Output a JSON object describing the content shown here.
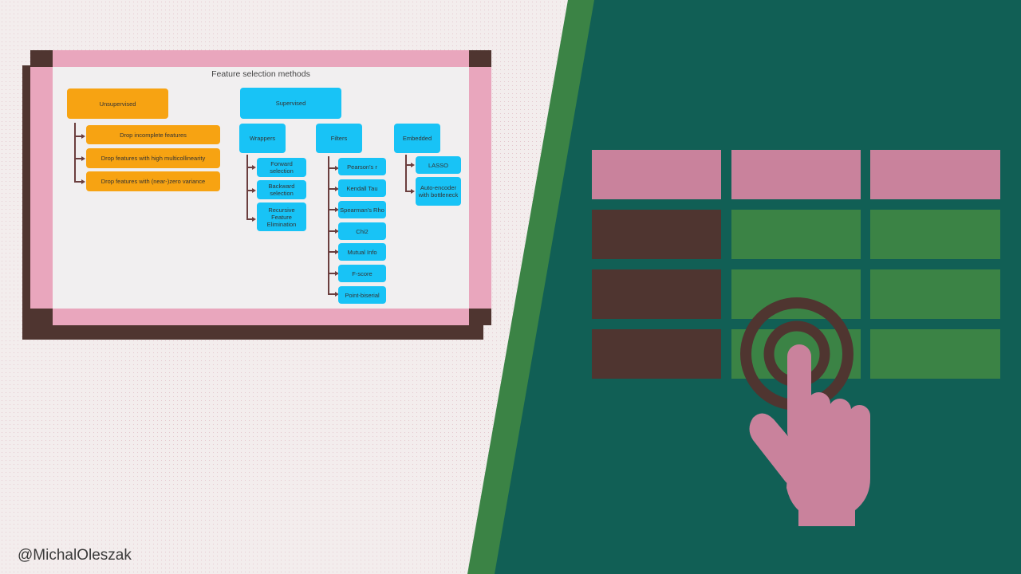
{
  "diagram": {
    "title": "Feature selection methods",
    "unsupervised": {
      "label": "Unsupervised",
      "items": [
        "Drop incomplete features",
        "Drop features with high multicollinearity",
        "Drop features with (near-)zero variance"
      ]
    },
    "supervised": {
      "label": "Supervised",
      "wrappers": {
        "label": "Wrappers",
        "items": [
          "Forward selection",
          "Backward selection",
          "Recursive Feature Elimination"
        ]
      },
      "filters": {
        "label": "Filters",
        "items": [
          "Pearson's r",
          "Kendall Tau",
          "Spearman's Rho",
          "Chi2",
          "Mutual Info",
          "F-score",
          "Point-biserial"
        ]
      },
      "embedded": {
        "label": "Embedded",
        "items": [
          "LASSO",
          "Auto-encoder with bottleneck"
        ]
      }
    }
  },
  "footer": {
    "handle": "@MichalOleszak"
  },
  "colors": {
    "orange": "#f7a312",
    "blue": "#18c3f6",
    "pink": "#c9829c",
    "brown": "#4f3530",
    "green": "#3b8345",
    "teal": "#115f55"
  },
  "illustration": {
    "icon": "table-with-tap-hand-icon"
  }
}
